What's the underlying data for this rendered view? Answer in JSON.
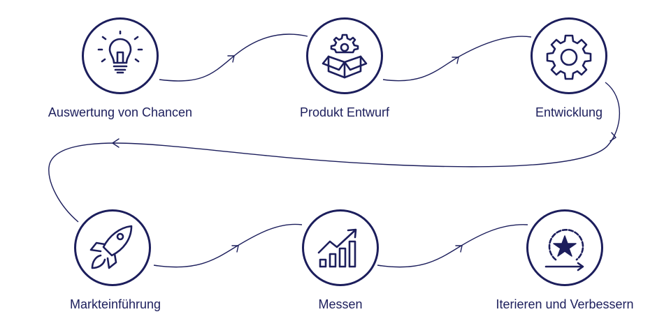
{
  "colors": {
    "ink": "#1c1e5c",
    "background": "#ffffff"
  },
  "steps": [
    {
      "label": "Auswertung von Chancen",
      "icon": "lightbulb-icon"
    },
    {
      "label": "Produkt Entwurf",
      "icon": "product-box-gear-icon"
    },
    {
      "label": "Entwicklung",
      "icon": "gear-icon"
    },
    {
      "label": "Markteinführung",
      "icon": "rocket-icon"
    },
    {
      "label": "Messen",
      "icon": "growth-chart-icon"
    },
    {
      "label": "Iterieren und Verbessern",
      "icon": "iterate-star-icon"
    }
  ]
}
